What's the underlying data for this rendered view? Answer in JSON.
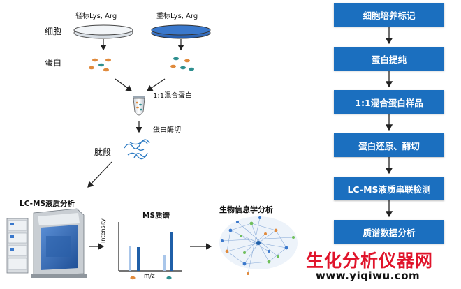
{
  "left": {
    "light_label": "轻标Lys, Arg",
    "heavy_label": "重标Lys, Arg",
    "cell_label": "细胞",
    "protein_label": "蛋白",
    "mix_label": "1:1混合蛋白",
    "digest_label": "蛋白酶切",
    "peptide_label": "肽段",
    "lcms_label": "LC-MS液质分析",
    "ms_label": "MS质谱",
    "bio_label": "生物信息学分析",
    "y_axis_label": "Intensity",
    "x_axis_label": "m/z"
  },
  "flow": {
    "steps": [
      "细胞培养标记",
      "蛋白提纯",
      "1:1混合蛋白样品",
      "蛋白还原、酶切",
      "LC-MS液质串联检测",
      "质谱数据分析"
    ]
  },
  "watermark": {
    "title": "生化分析仪器网",
    "url": "www.yiqiwu.com"
  },
  "colors": {
    "flow_box": "#1b6fbf",
    "light_dish": "#e8eef3",
    "heavy_dish": "#2f6fc6",
    "dot_orange": "#e08a3c",
    "dot_teal": "#2e8f8f",
    "peak_dark": "#1f5fa8",
    "peak_light": "#a9c6ea",
    "watermark_red": "#e0142b"
  }
}
